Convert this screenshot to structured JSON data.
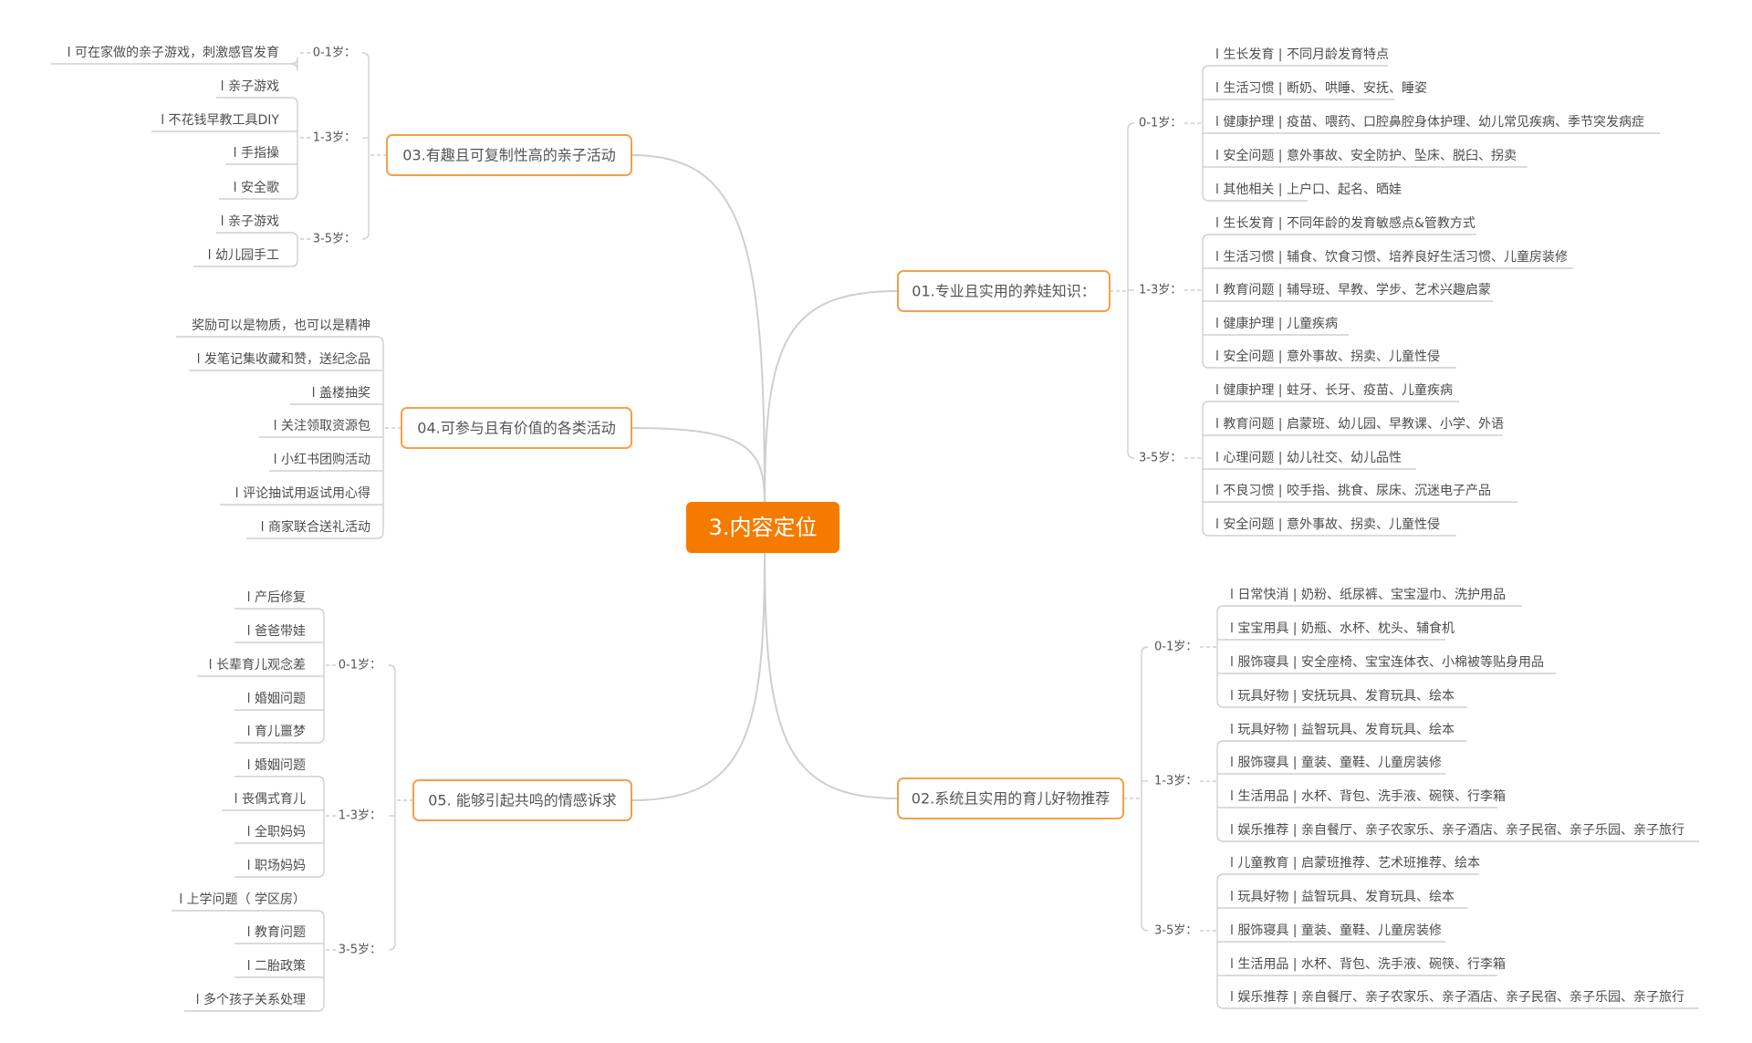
{
  "colors": {
    "accent": "#f57b00",
    "line": "#cfcfcf",
    "text": "#4d4d4d"
  },
  "center": {
    "label": "3.内容定位"
  },
  "branches": {
    "b01": {
      "label": "01.专业且实用的养娃知识：",
      "groups": [
        {
          "age": "0-1岁：",
          "items": [
            "l 生长发育 | 不同月龄发育特点",
            "l 生活习惯 | 断奶、哄睡、安抚、睡姿",
            "l 健康护理 | 疫苗、喂药、口腔鼻腔身体护理、幼儿常见疾病、季节突发病症",
            "l 安全问题 | 意外事故、安全防护、坠床、脱臼、拐卖",
            "l 其他相关 | 上户口、起名、晒娃"
          ]
        },
        {
          "age": "1-3岁：",
          "items": [
            "l 生长发育 | 不同年龄的发育敏感点&管教方式",
            "l 生活习惯 | 辅食、饮食习惯、培养良好生活习惯、儿童房装修",
            "l 教育问题 | 辅导班、早教、学步、艺术兴趣启蒙",
            "l 健康护理 | 儿童疾病",
            "l 安全问题 | 意外事故、拐卖、儿童性侵"
          ]
        },
        {
          "age": "3-5岁：",
          "items": [
            "l 健康护理 | 蛀牙、长牙、疫苗、儿童疾病",
            "l 教育问题 | 启蒙班、幼儿园、早教课、小学、外语",
            "l 心理问题 | 幼儿社交、幼儿品性",
            "l 不良习惯 | 咬手指、挑食、尿床、沉迷电子产品",
            "l 安全问题 | 意外事故、拐卖、儿童性侵"
          ]
        }
      ]
    },
    "b02": {
      "label": "02.系统且实用的育儿好物推荐",
      "groups": [
        {
          "age": "0-1岁：",
          "items": [
            "l 日常快消 | 奶粉、纸尿裤、宝宝湿巾、洗护用品",
            "l 宝宝用具 | 奶瓶、水杯、枕头、辅食机",
            "l 服饰寝具 | 安全座椅、宝宝连体衣、小棉被等贴身用品",
            "l 玩具好物 | 安抚玩具、发育玩具、绘本"
          ]
        },
        {
          "age": "1-3岁：",
          "items": [
            "l 玩具好物 | 益智玩具、发育玩具、绘本",
            "l 服饰寝具 | 童装、童鞋、儿童房装修",
            "l 生活用品 | 水杯、背包、洗手液、碗筷、行李箱",
            "l 娱乐推荐 | 亲自餐厅、亲子农家乐、亲子酒店、亲子民宿、亲子乐园、亲子旅行"
          ]
        },
        {
          "age": "3-5岁：",
          "items": [
            "l 儿童教育 | 启蒙班推荐、艺术班推荐、绘本",
            "l 玩具好物 | 益智玩具、发育玩具、绘本",
            "l 服饰寝具 | 童装、童鞋、儿童房装修",
            "l 生活用品 | 水杯、背包、洗手液、碗筷、行李箱",
            "l 娱乐推荐 | 亲自餐厅、亲子农家乐、亲子酒店、亲子民宿、亲子乐园、亲子旅行"
          ]
        }
      ]
    },
    "b03": {
      "label": "03.有趣且可复制性高的亲子活动",
      "groups": [
        {
          "age": "0-1岁：",
          "items": [
            "l 可在家做的亲子游戏，刺激感官发育"
          ]
        },
        {
          "age": "1-3岁：",
          "items": [
            "l 亲子游戏",
            "l 不花钱早教工具DIY",
            "l 手指操",
            "l 安全歌"
          ]
        },
        {
          "age": "3-5岁：",
          "items": [
            "l 亲子游戏",
            "l 幼儿园手工"
          ]
        }
      ]
    },
    "b04": {
      "label": "04.可参与且有价值的各类活动",
      "items": [
        "奖励可以是物质，也可以是精神",
        "l 发笔记集收藏和赞，送纪念品",
        "l 盖楼抽奖",
        "l 关注领取资源包",
        "l 小红书团购活动",
        "l 评论抽试用返试用心得",
        "l 商家联合送礼活动"
      ]
    },
    "b05": {
      "label": "05. 能够引起共鸣的情感诉求",
      "groups": [
        {
          "age": "0-1岁：",
          "items": [
            "l 产后修复",
            "l 爸爸带娃",
            "l 长辈育儿观念差",
            "l 婚姻问题",
            "l 育儿噩梦"
          ]
        },
        {
          "age": "1-3岁：",
          "items": [
            "l 婚姻问题",
            "l 丧偶式育儿",
            "l 全职妈妈",
            "l 职场妈妈"
          ]
        },
        {
          "age": "3-5岁：",
          "items": [
            "l 上学问题（ 学区房）",
            "l 教育问题",
            "l 二胎政策",
            "l 多个孩子关系处理"
          ]
        }
      ]
    }
  }
}
